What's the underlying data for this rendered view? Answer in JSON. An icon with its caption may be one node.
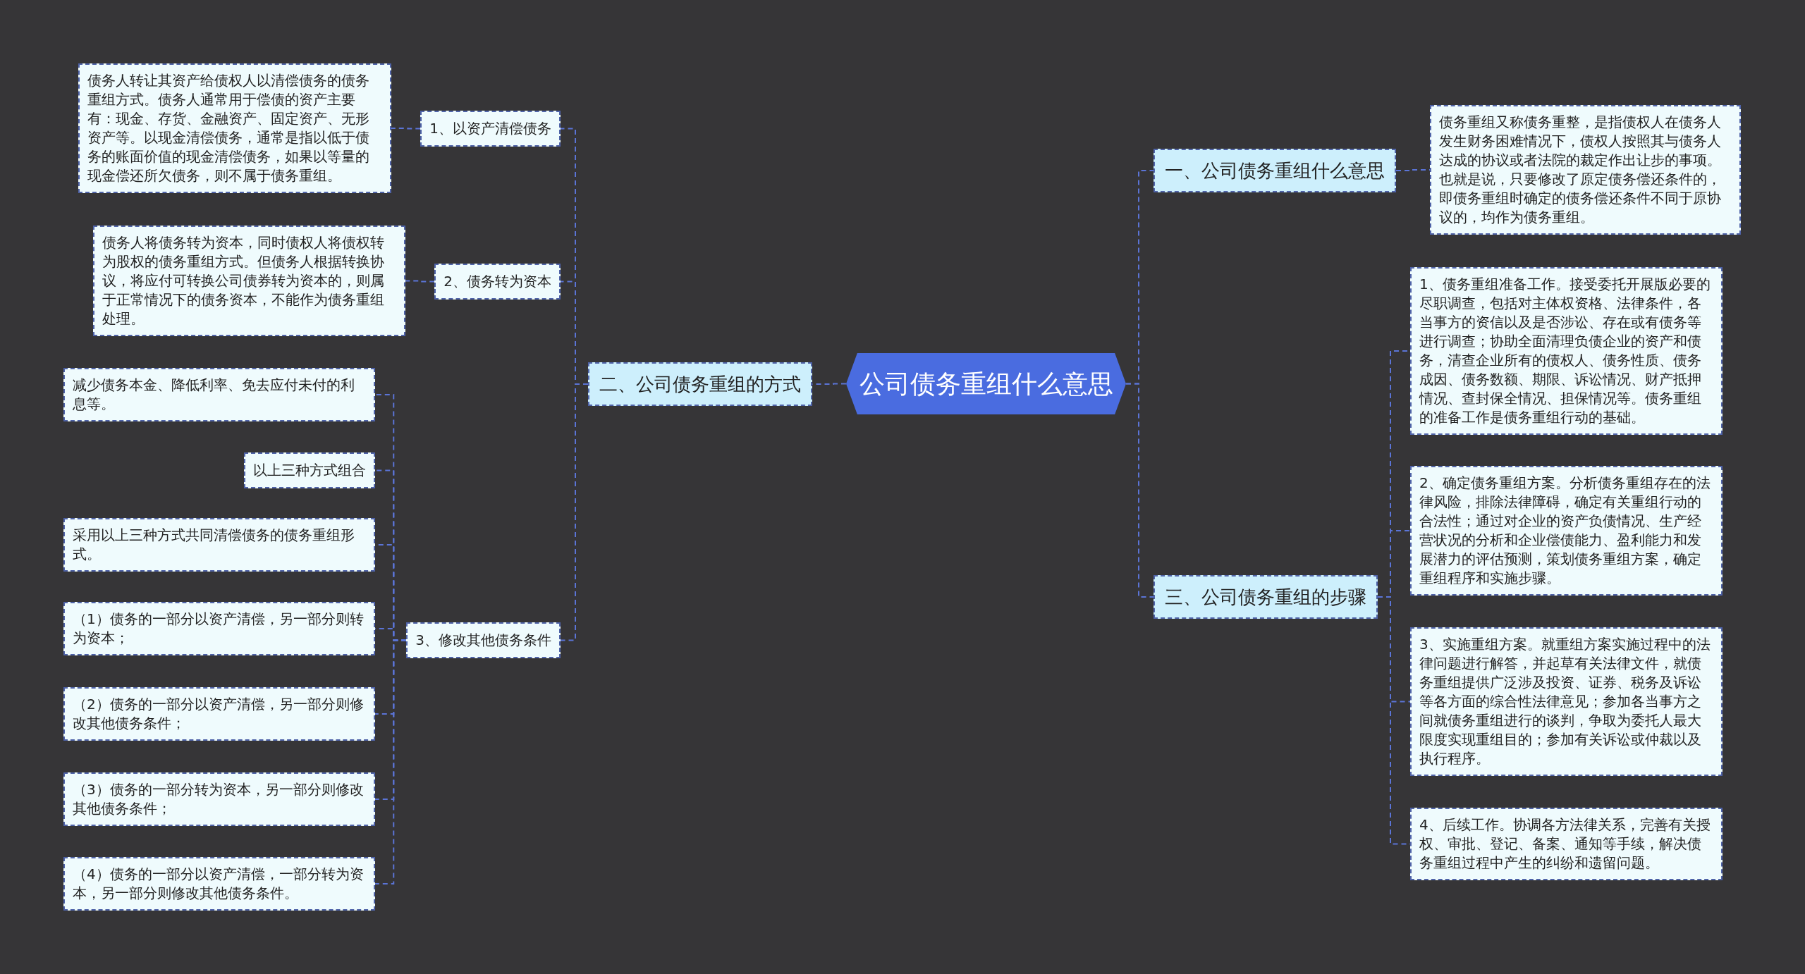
{
  "diagram": {
    "nodes": [
      {
        "text": [
          "公司债务重组什么意思"
        ]
      },
      {
        "text": [
          "一、公司债务重组什么意思"
        ]
      },
      {
        "text": [
          "债务重组又称债务重整，是指债权人在债务人发生财务困难情况下，债权人按照其与债务人达成的协议或者法院的裁定作出让步的事项。也就是说，只要修改了原定债务偿还条件的，即债务重组时确定的债务偿还条件不同于原协议的，均作为债务重组。"
        ]
      },
      {
        "text": [
          "三、公司债务重组的步骤"
        ]
      },
      {
        "text": [
          "1、债务重组准备工作。接受委托开展版必要的尽职调查，包括对主体权资格、法律条件，各当事方的资信以及是否涉讼、存在或有债务等进行调查；协助全面清理负债企业的资产和债务，清查企业所有的债权人、债务性质、债务成因、债务数额、期限、诉讼情况、财产抵押情况、查封保全情况、担保情况等。债务重组的准备工作是债务重组行动的基础。"
        ]
      },
      {
        "text": [
          "2、确定债务重组方案。分析债务重组存在的法律风险，排除法律障碍，确定有关重组行动的合法性；通过对企业的资产负债情况、生产经营状况的分析和企业偿债能力、盈利能力和发展潜力的评估预测，策划债务重组方案，确定重组程序和实施步骤。"
        ]
      },
      {
        "text": [
          "3、实施重组方案。就重组方案实施过程中的法律问题进行解答，并起草有关法律文件，就债务重组提供广泛涉及投资、证券、税务及诉讼等各方面的综合性法律意见；参加各当事方之间就债务重组进行的谈判，争取为委托人最大限度实现重组目的；参加有关诉讼或仲裁以及执行程序。"
        ]
      },
      {
        "text": [
          "4、后续工作。协调各方法律关系，完善有关授权、审批、登记、备案、通知等手续，解决债务重组过程中产生的纠纷和遗留问题。"
        ]
      },
      {
        "text": [
          "二、公司债务重组的方式"
        ]
      },
      {
        "text": [
          "1、以资产清偿债务"
        ]
      },
      {
        "text": [
          "债务人转让其资产给债权人以清偿债务的债务重组方式。债务人通常用于偿债的资产主要有：现金、存货、金融资产、固定资产、无形资产等。以现金清偿债务，通常是指以低于债务的账面价值的现金清偿债务，如果以等量的现金偿还所欠债务，则不属于债务重组。"
        ]
      },
      {
        "text": [
          "2、债务转为资本"
        ]
      },
      {
        "text": [
          "债务人将债务转为资本，同时债权人将债权转为股权的债务重组方式。但债务人根据转换协议，将应付可转换公司债券转为资本的，则属于正常情况下的债务资本，不能作为债务重组处理。"
        ]
      },
      {
        "text": [
          "3、修改其他债务条件"
        ]
      },
      {
        "text": [
          "减少债务本金、降低利率、免去应付未付的利息等。"
        ]
      },
      {
        "text": [
          "以上三种方式组合"
        ]
      },
      {
        "text": [
          "采用以上三种方式共同清偿债务的债务重组形式。"
        ]
      },
      {
        "text": [
          "（1）债务的一部分以资产清偿，另一部分则转为资本；"
        ]
      },
      {
        "text": [
          "（2）债务的一部分以资产清偿，另一部分则修改其他债务条件；"
        ]
      },
      {
        "text": [
          "（3）债务的一部分转为资本，另一部分则修改其他债务条件；"
        ]
      },
      {
        "text": [
          "（4）债务的一部分以资产清偿，一部分转为资本，另一部分则修改其他债务条件。"
        ]
      }
    ],
    "edges": [
      {
        "from": 0,
        "to": 1,
        "arrow": "none"
      },
      {
        "from": 1,
        "to": 2,
        "arrow": "none"
      },
      {
        "from": 0,
        "to": 3,
        "arrow": "none"
      },
      {
        "from": 3,
        "to": 4,
        "arrow": "none"
      },
      {
        "from": 3,
        "to": 5,
        "arrow": "none"
      },
      {
        "from": 3,
        "to": 6,
        "arrow": "none"
      },
      {
        "from": 3,
        "to": 7,
        "arrow": "none"
      },
      {
        "from": 0,
        "to": 8,
        "arrow": "none"
      },
      {
        "from": 8,
        "to": 9,
        "arrow": "none"
      },
      {
        "from": 9,
        "to": 10,
        "arrow": "none"
      },
      {
        "from": 8,
        "to": 11,
        "arrow": "none"
      },
      {
        "from": 11,
        "to": 12,
        "arrow": "none"
      },
      {
        "from": 8,
        "to": 13,
        "arrow": "none"
      },
      {
        "from": 13,
        "to": 14,
        "arrow": "none"
      },
      {
        "from": 13,
        "to": 15,
        "arrow": "none"
      },
      {
        "from": 13,
        "to": 16,
        "arrow": "none"
      },
      {
        "from": 13,
        "to": 17,
        "arrow": "none"
      },
      {
        "from": 13,
        "to": 18,
        "arrow": "none"
      },
      {
        "from": 13,
        "to": 19,
        "arrow": "none"
      },
      {
        "from": 13,
        "to": 20,
        "arrow": "none"
      }
    ]
  }
}
